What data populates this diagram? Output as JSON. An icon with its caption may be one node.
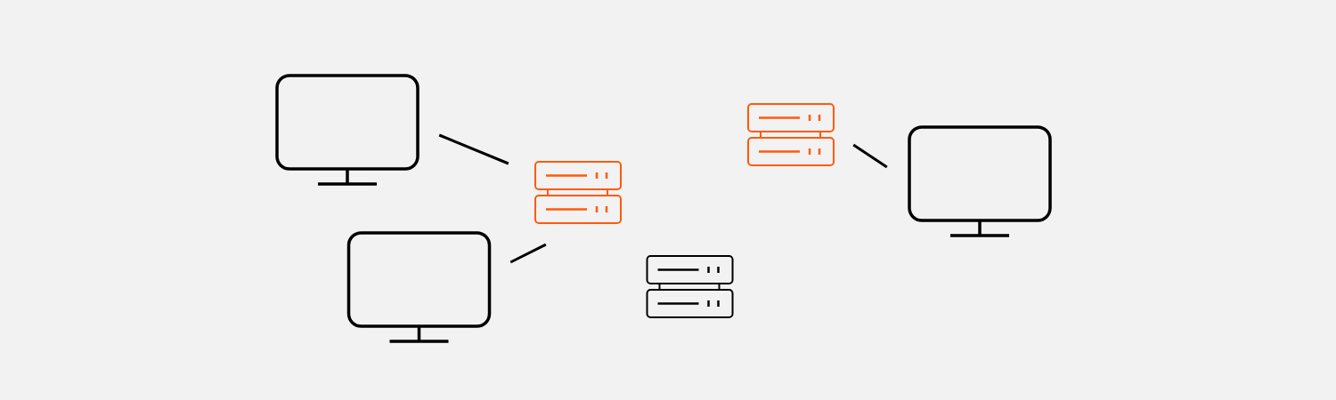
{
  "diagram": {
    "nodes": [
      {
        "text": [],
        "shape": "monitor"
      },
      {
        "text": [],
        "shape": "server"
      },
      {
        "text": [],
        "shape": "monitor"
      },
      {
        "text": [],
        "shape": "server"
      },
      {
        "text": [],
        "shape": "monitor"
      },
      {
        "text": [],
        "shape": "server"
      }
    ],
    "edges": [
      {
        "from": 0,
        "to": 3,
        "arrow": "none"
      },
      {
        "from": 4,
        "to": 3,
        "arrow": "none"
      },
      {
        "from": 1,
        "to": 2,
        "arrow": "none"
      }
    ]
  }
}
